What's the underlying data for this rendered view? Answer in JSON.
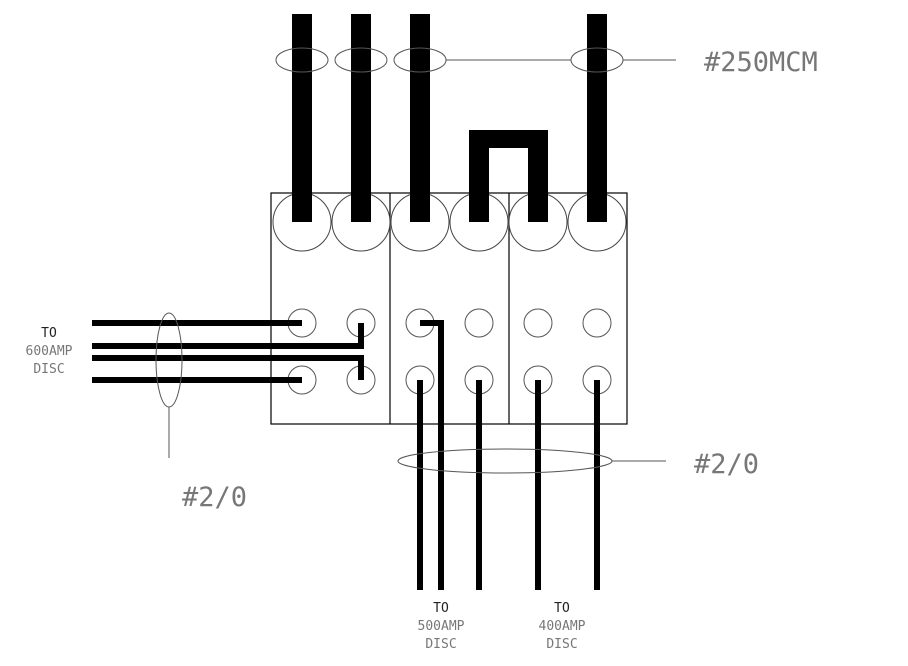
{
  "labels": {
    "conductor_top": "#250MCM",
    "conductor_left": "#2/0",
    "conductor_bottom": "#2/0",
    "disc_600": [
      "TO",
      "600AMP",
      "DISC"
    ],
    "disc_500": [
      "TO",
      "500AMP",
      "DISC"
    ],
    "disc_400": [
      "TO",
      "400AMP",
      "DISC"
    ]
  },
  "colors": {
    "line": "#000000",
    "text": "#777777",
    "thin": "#555555"
  }
}
